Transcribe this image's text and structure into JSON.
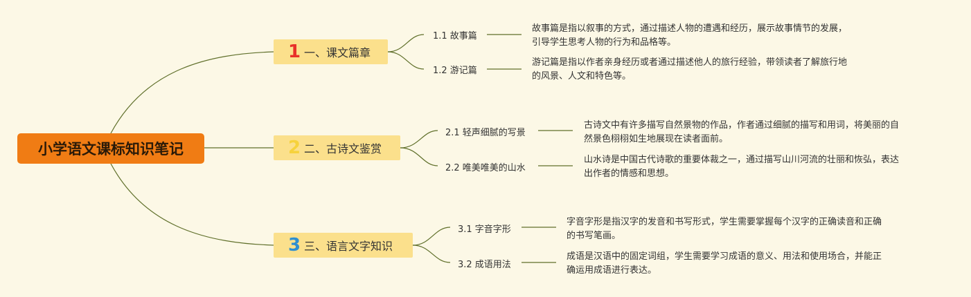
{
  "root": {
    "title": "小学语文课标知识笔记"
  },
  "branches": [
    {
      "number": "1",
      "number_color": "#e8312a",
      "label": "一、课文篇章",
      "children": [
        {
          "label": "1.1 故事篇",
          "desc_lines": [
            "故事篇是指以叙事的方式，通过描述人物的遭遇和经历，展示故事情节的发展，",
            "引导学生思考人物的行为和品格等。"
          ]
        },
        {
          "label": "1.2 游记篇",
          "desc_lines": [
            "游记篇是指以作者亲身经历或者通过描述他人的旅行经验，带领读者了解旅行地",
            "的风景、人文和特色等。"
          ]
        }
      ]
    },
    {
      "number": "2",
      "number_color": "#f6d23c",
      "label": "二、古诗文鉴赏",
      "children": [
        {
          "label": "2.1 轻声细腻的写景",
          "desc_lines": [
            "古诗文中有许多描写自然景物的作品，作者通过细腻的描写和用词，将美丽的自",
            "然景色栩栩如生地展现在读者面前。"
          ]
        },
        {
          "label": "2.2 唯美唯美的山水",
          "desc_lines": [
            "山水诗是中国古代诗歌的重要体裁之一，通过描写山川河流的壮丽和恢弘，表达",
            "出作者的情感和思想。"
          ]
        }
      ]
    },
    {
      "number": "3",
      "number_color": "#2f8fd0",
      "label": "三、语言文字知识",
      "children": [
        {
          "label": "3.1 字音字形",
          "desc_lines": [
            "字音字形是指汉字的发音和书写形式，学生需要掌握每个汉字的正确读音和正确",
            "的书写笔画。"
          ]
        },
        {
          "label": "3.2 成语用法",
          "desc_lines": [
            "成语是汉语中的固定词组，学生需要学习成语的意义、用法和使用场合，并能正",
            "确运用成语进行表达。"
          ]
        }
      ]
    }
  ],
  "colors": {
    "background": "#fcf8e6",
    "root": "#f07c14",
    "branch": "#fbe08c",
    "line": "#5f6f2a"
  }
}
